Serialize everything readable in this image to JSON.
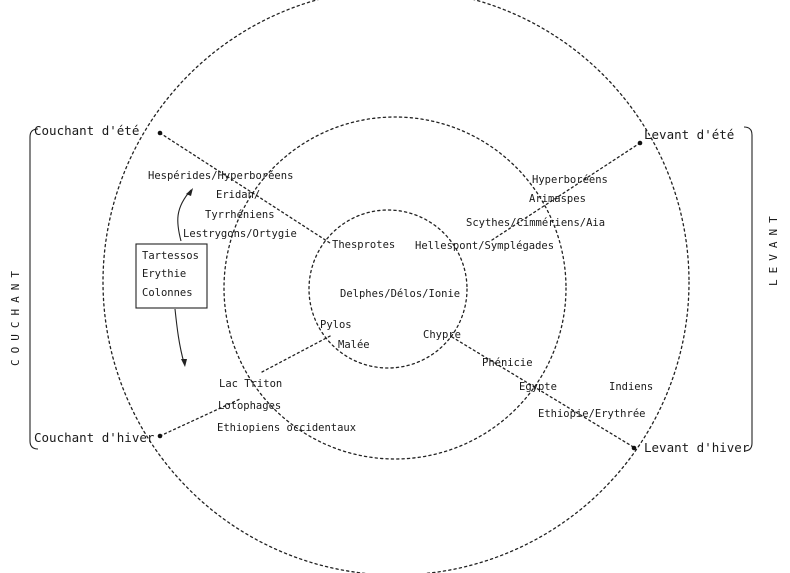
{
  "corners": {
    "couchant_ete": "Couchant d'été",
    "couchant_hiver": "Couchant d'hiver",
    "levant_ete": "Levant d'été",
    "levant_hiver": "Levant d'hiver"
  },
  "sides": {
    "left": "COUCHANT",
    "right": "LEVANT"
  },
  "west_box": [
    "Tartessos",
    "Erythie",
    "Colonnes"
  ],
  "places": {
    "hesperides": "Hespérides/Hyperboréens",
    "eridan": "Eridan/",
    "tyrrheniens": "Tyrrhéniens",
    "lestrygons": "Lestrygons/Ortygie",
    "thesprotes": "Thesprotes",
    "hyperboreens": "Hyperboréens",
    "arimaspes": "Arimaspes",
    "scythes": "Scythes/Cimmériens/Aia",
    "hellespont": "Hellespont/Symplégades",
    "delphes": "Delphes/Délos/Ionie",
    "pylos": "Pylos",
    "malee": "Malée",
    "chypre": "Chypre",
    "phenicie": "Phénicie",
    "egypte": "Egypte",
    "indiens": "Indiens",
    "ethiopie": "Ethiopie/Erythrée",
    "lac_triton": "Lac Triton",
    "lotophages": "Lotophages",
    "ethiopiens_occ": "Ethiopiens occidentaux"
  }
}
